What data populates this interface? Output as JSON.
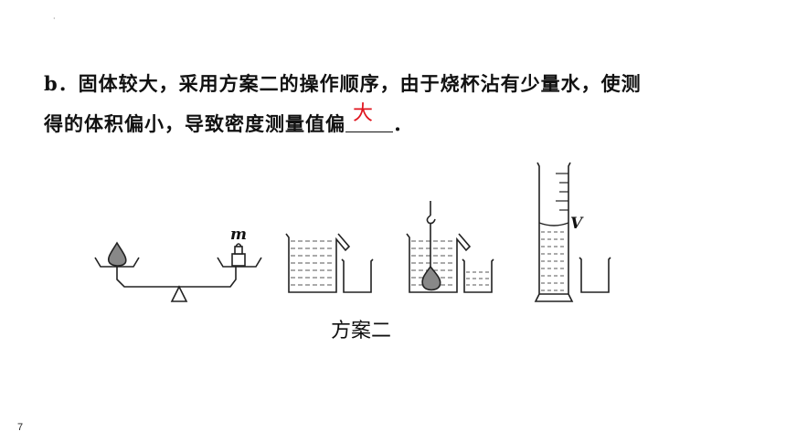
{
  "top_mark": "·",
  "text": {
    "line1": "b．固体较大，采用方案二的操作顺序，由于烧杯沾有少量水，使测",
    "line2_before": "得的体积偏小，导致密度测量值偏",
    "answer": "大",
    "line2_after": "．"
  },
  "figure": {
    "mass_label": "m",
    "volume_label": "V",
    "caption": "方案二"
  },
  "page_number": "7",
  "colors": {
    "answer": "#e0141e",
    "text": "#111111"
  }
}
